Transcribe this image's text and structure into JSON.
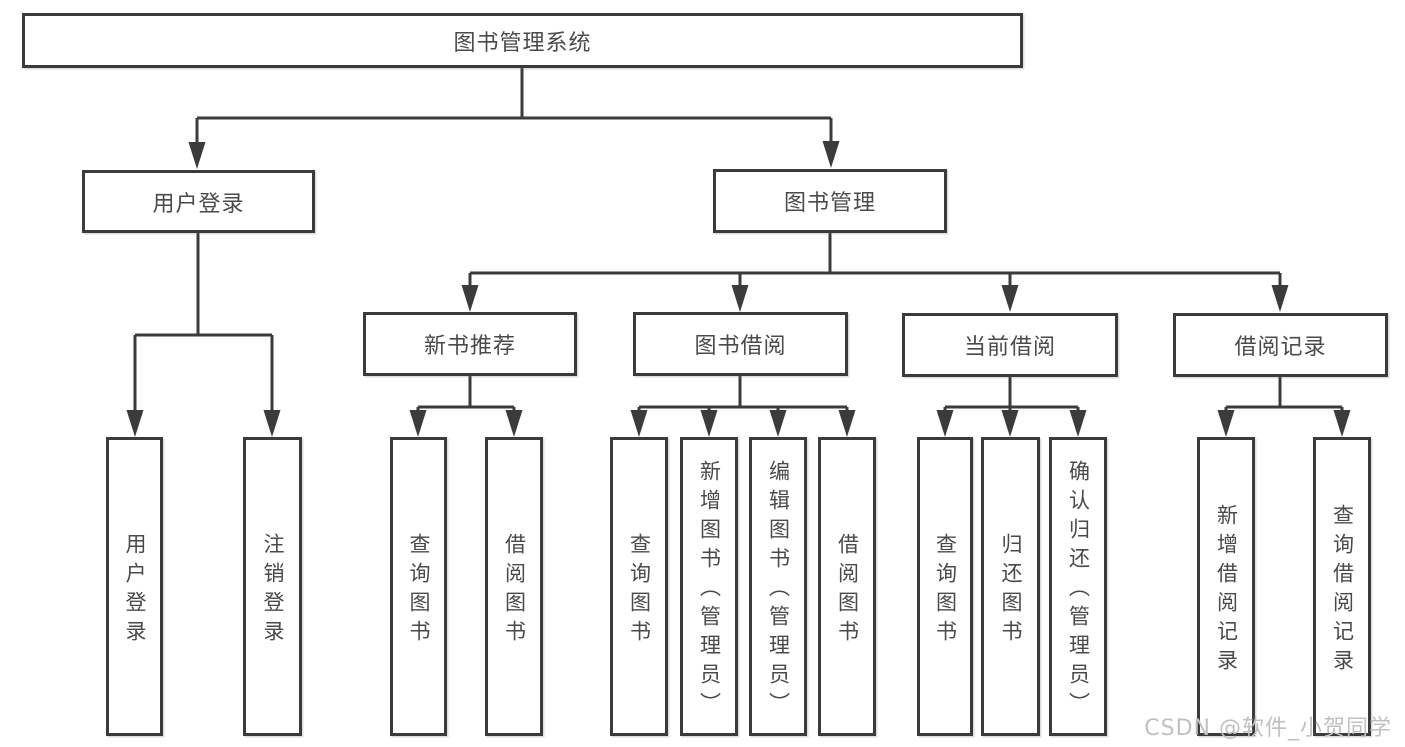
{
  "diagram_title": "图书管理系统",
  "tree": {
    "label": "图书管理系统",
    "children": [
      {
        "label": "用户登录",
        "children": [
          {
            "label": "用户登录"
          },
          {
            "label": "注销登录"
          }
        ]
      },
      {
        "label": "图书管理",
        "children": [
          {
            "label": "新书推荐",
            "children": [
              {
                "label": "查询图书"
              },
              {
                "label": "借阅图书"
              }
            ]
          },
          {
            "label": "图书借阅",
            "children": [
              {
                "label": "查询图书"
              },
              {
                "label": "新增图书（管理员）"
              },
              {
                "label": "编辑图书（管理员）"
              },
              {
                "label": "借阅图书"
              }
            ]
          },
          {
            "label": "当前借阅",
            "children": [
              {
                "label": "查询图书"
              },
              {
                "label": "归还图书"
              },
              {
                "label": "确认归还（管理员）"
              }
            ]
          },
          {
            "label": "借阅记录",
            "children": [
              {
                "label": "新增借阅记录"
              },
              {
                "label": "查询借阅记录"
              }
            ]
          }
        ]
      }
    ]
  },
  "watermark": {
    "text": "CSDN @软件_小贺同学"
  },
  "colors": {
    "line": "#3b3b3b",
    "text": "#4a4a4a",
    "watermark": "#c0c0c0",
    "background": "#ffffff"
  }
}
